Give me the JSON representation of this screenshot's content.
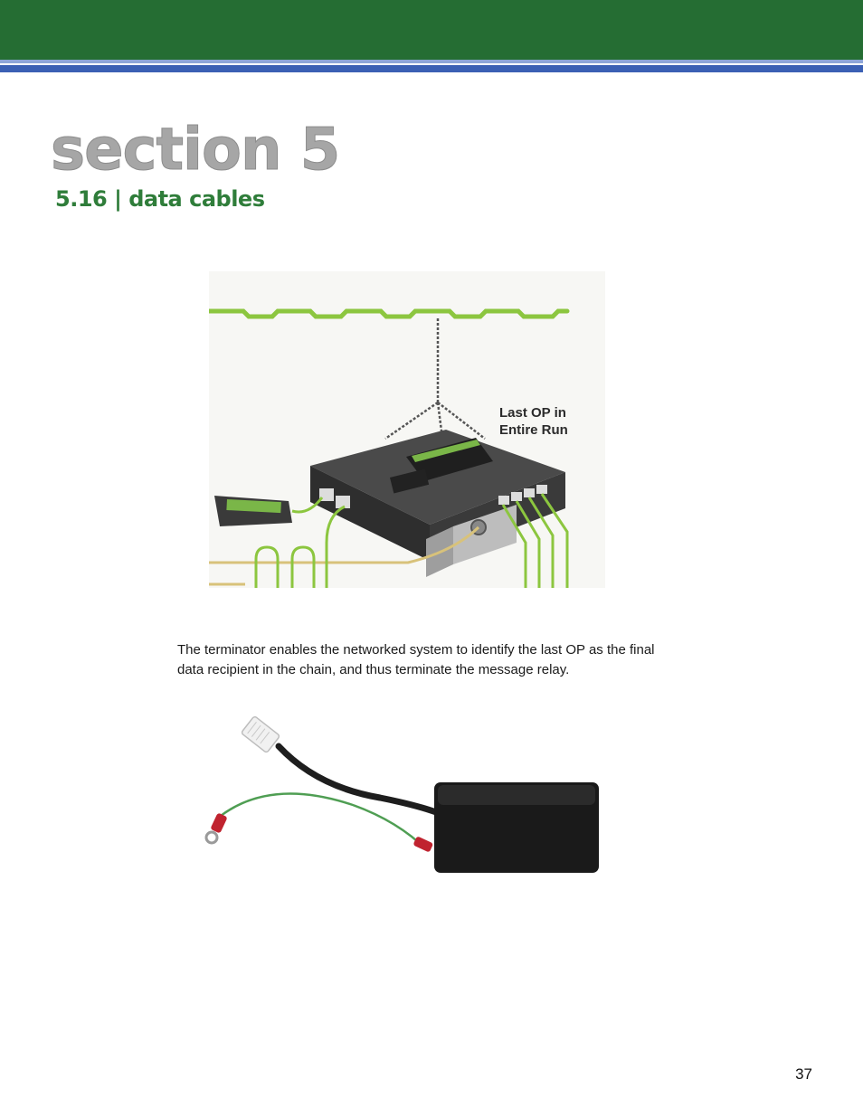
{
  "header": {
    "band_color": "#256d33",
    "stripe_color": "#3b60b4"
  },
  "section": {
    "title": "section 5"
  },
  "subsection": {
    "title": "5.16 | data cables"
  },
  "figure1": {
    "label_line1": "Last OP in",
    "label_line2": "Entire Run"
  },
  "body": {
    "paragraph": "The terminator enables the networked system to identify the last OP as the final data recipient in the chain, and thus terminate the message relay."
  },
  "footer": {
    "page_number": "37"
  }
}
